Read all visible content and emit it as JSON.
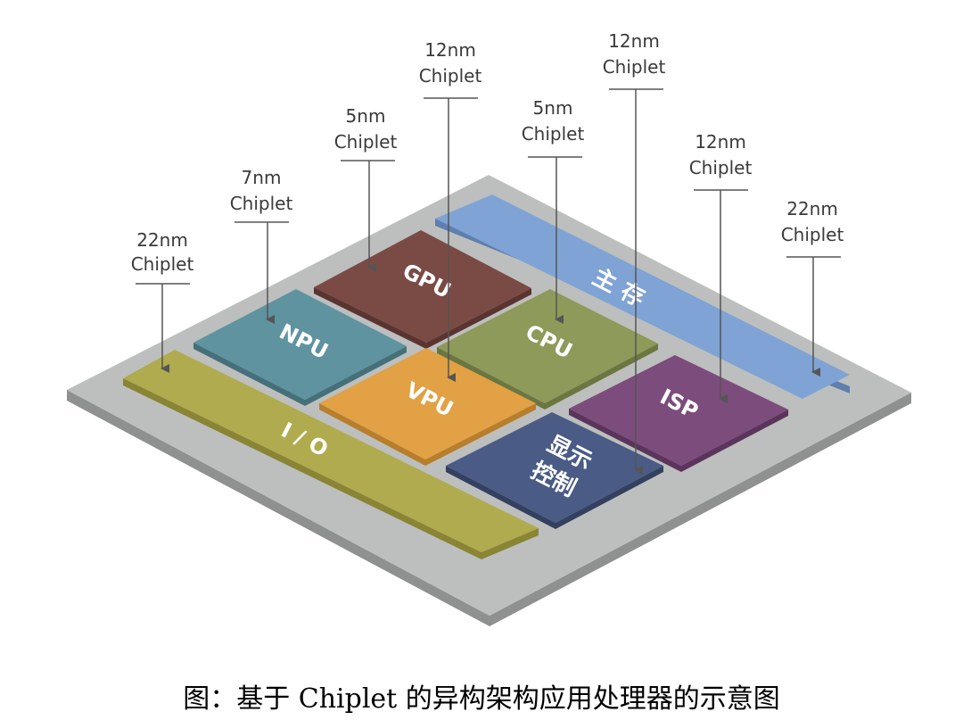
{
  "labels": {
    "io": {
      "line1": "22nm",
      "line2": "Chiplet"
    },
    "npu": {
      "line1": "7nm",
      "line2": "Chiplet"
    },
    "gpu": {
      "line1": "5nm",
      "line2": "Chiplet"
    },
    "vpu": {
      "line1": "12nm",
      "line2": "Chiplet"
    },
    "cpu": {
      "line1": "5nm",
      "line2": "Chiplet"
    },
    "display": {
      "line1": "12nm",
      "line2": "Chiplet"
    },
    "isp": {
      "line1": "12nm",
      "line2": "Chiplet"
    },
    "memory": {
      "line1": "22nm",
      "line2": "Chiplet"
    }
  },
  "blocks": {
    "gpu": "GPU",
    "npu": "NPU",
    "cpu": "CPU",
    "vpu": "VPU",
    "isp": "ISP",
    "io": "I / O",
    "memory": "主 存",
    "display_line1": "显示",
    "display_line2": "控制"
  },
  "colors": {
    "substrate_top": "#bcbfbd",
    "substrate_side": "#8e918f",
    "memory": "#7fa3d4",
    "gpu": "#7a4b45",
    "npu": "#5f939f",
    "cpu": "#8d9a5a",
    "vpu": "#e1a144",
    "isp": "#7c4c7c",
    "display": "#4a5b85",
    "io": "#b0ab4e"
  },
  "caption": "图：基于 Chiplet 的异构架构应用处理器的示意图"
}
